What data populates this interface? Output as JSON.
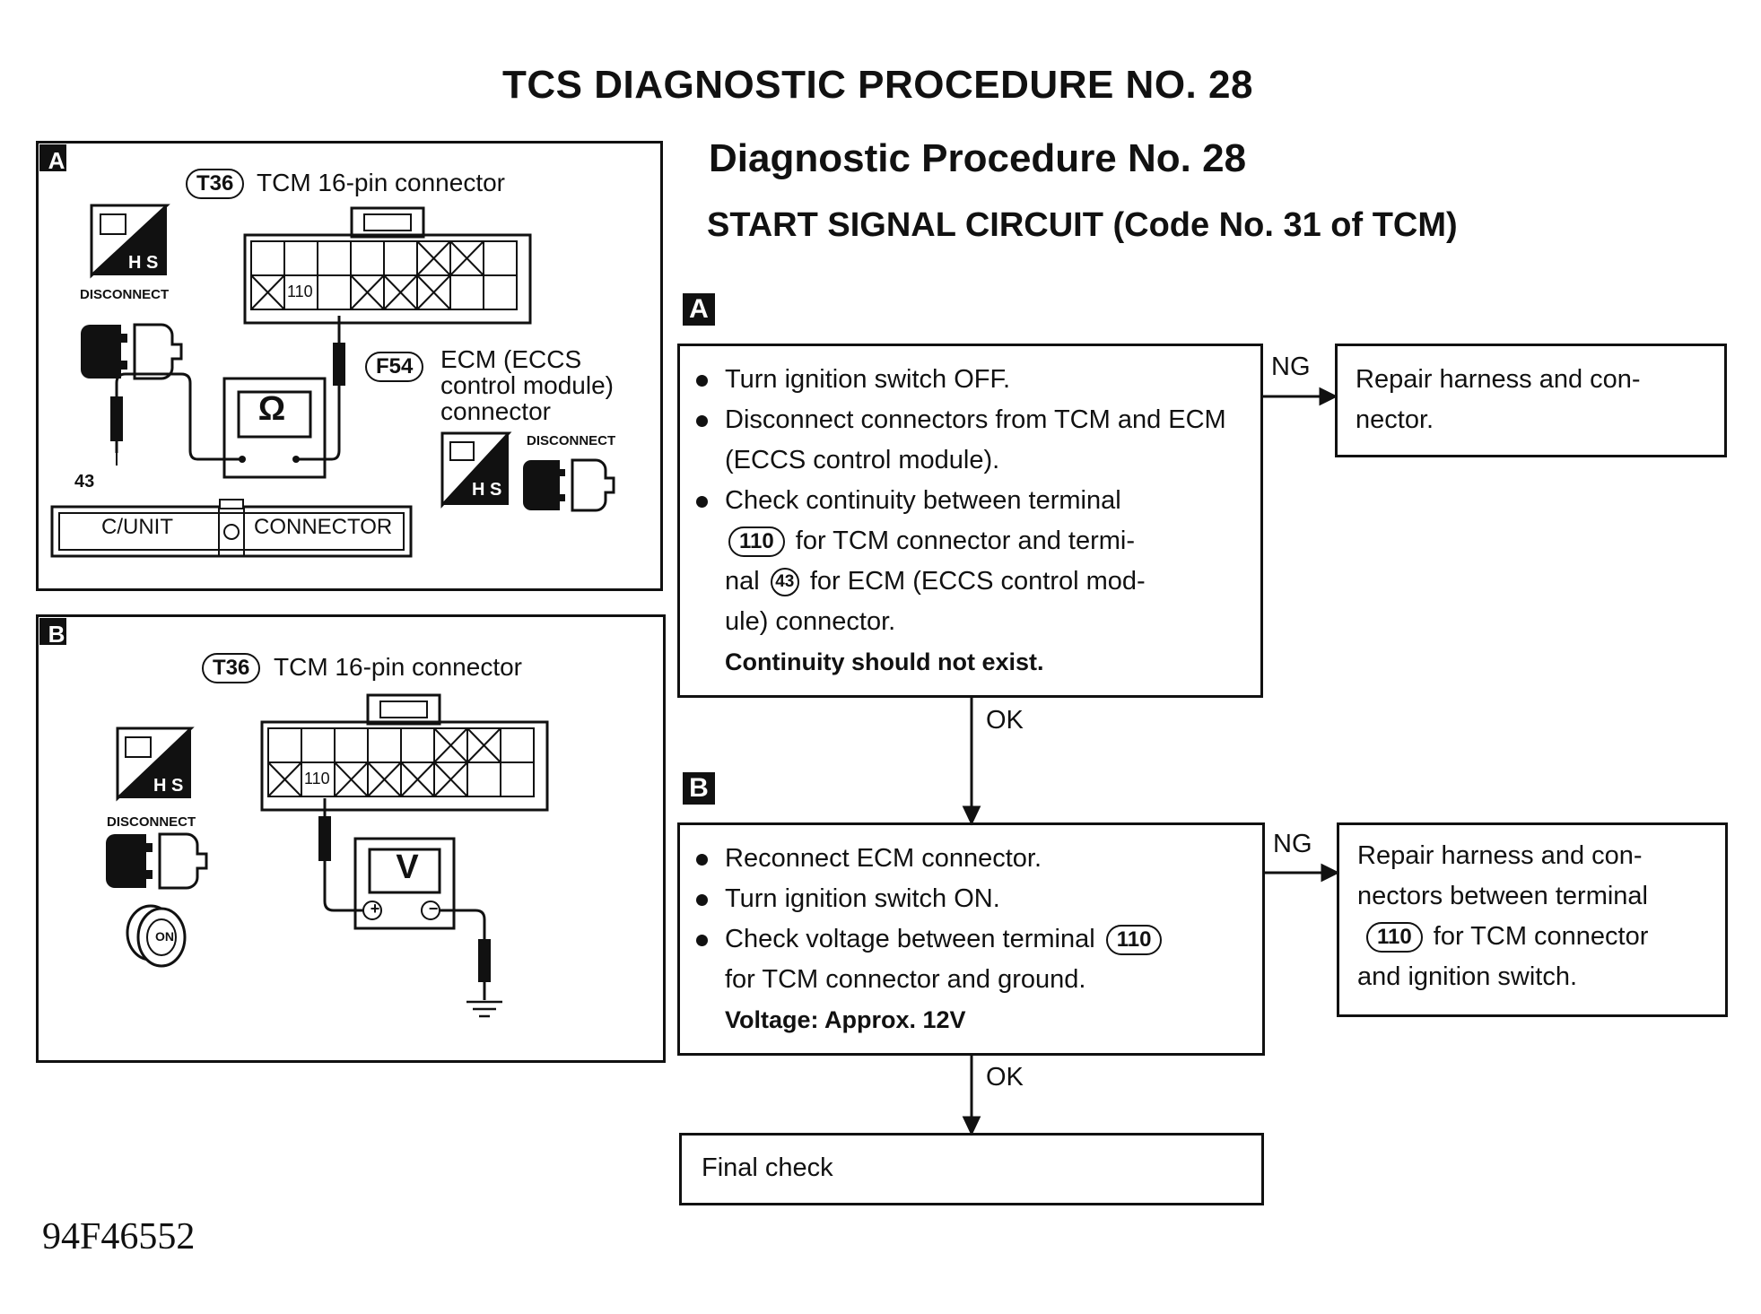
{
  "header": {
    "title": "TCS DIAGNOSTIC PROCEDURE NO. 28",
    "subtitle": "Diagnostic Procedure No. 28",
    "circuit": "START SIGNAL CIRCUIT (Code No. 31 of TCM)"
  },
  "panel_a": {
    "tag": "A",
    "tcm_ref": "T36",
    "tcm_label": "TCM 16-pin connector",
    "terminal_110": "110",
    "disconnect_label": "DISCONNECT",
    "hs_label": "H S",
    "ecm_ref": "F54",
    "ecm_label_line1": "ECM (ECCS",
    "ecm_label_line2": "control module)",
    "ecm_label_line3": "connector",
    "disconnect_label2": "DISCONNECT",
    "terminal_43": "43",
    "meter_symbol": "Ω",
    "cunit_label": "C/UNIT",
    "connector_label": "CONNECTOR"
  },
  "panel_b": {
    "tag": "B",
    "tcm_ref": "T36",
    "tcm_label": "TCM 16-pin connector",
    "terminal_110": "110",
    "disconnect_label": "DISCONNECT",
    "hs_label": "H S",
    "meter_symbol": "V",
    "plus": "+",
    "minus": "−",
    "key_label": "ON"
  },
  "flow": {
    "step_a": {
      "tag": "A",
      "bullet1": "Turn ignition switch OFF.",
      "bullet2": "Disconnect connectors from TCM and ECM (ECCS control module).",
      "bullet3_pre": "Check continuity between terminal",
      "bullet3_term1": "110",
      "bullet3_mid": "for TCM connector and termi-",
      "bullet3_nal": "nal",
      "bullet3_term2": "43",
      "bullet3_post": "for ECM (ECCS control mod-",
      "bullet3_end": "ule) connector.",
      "spec": "Continuity should not exist."
    },
    "ng_a": "NG",
    "ok_a": "OK",
    "result_a": "Repair harness and con- nector.",
    "step_b": {
      "tag": "B",
      "bullet1": "Reconnect ECM connector.",
      "bullet2": "Turn ignition switch ON.",
      "bullet3_pre": "Check voltage between terminal",
      "bullet3_term": "110",
      "bullet3_post": "for TCM connector and ground.",
      "spec": "Voltage: Approx. 12V"
    },
    "ng_b": "NG",
    "ok_b": "OK",
    "result_b_line1": "Repair harness and con-",
    "result_b_line2": "nectors between terminal",
    "result_b_term": "110",
    "result_b_line3": "for TCM connector",
    "result_b_line4": "and ignition switch.",
    "final": "Final check"
  },
  "footer": {
    "code": "94F46552"
  }
}
